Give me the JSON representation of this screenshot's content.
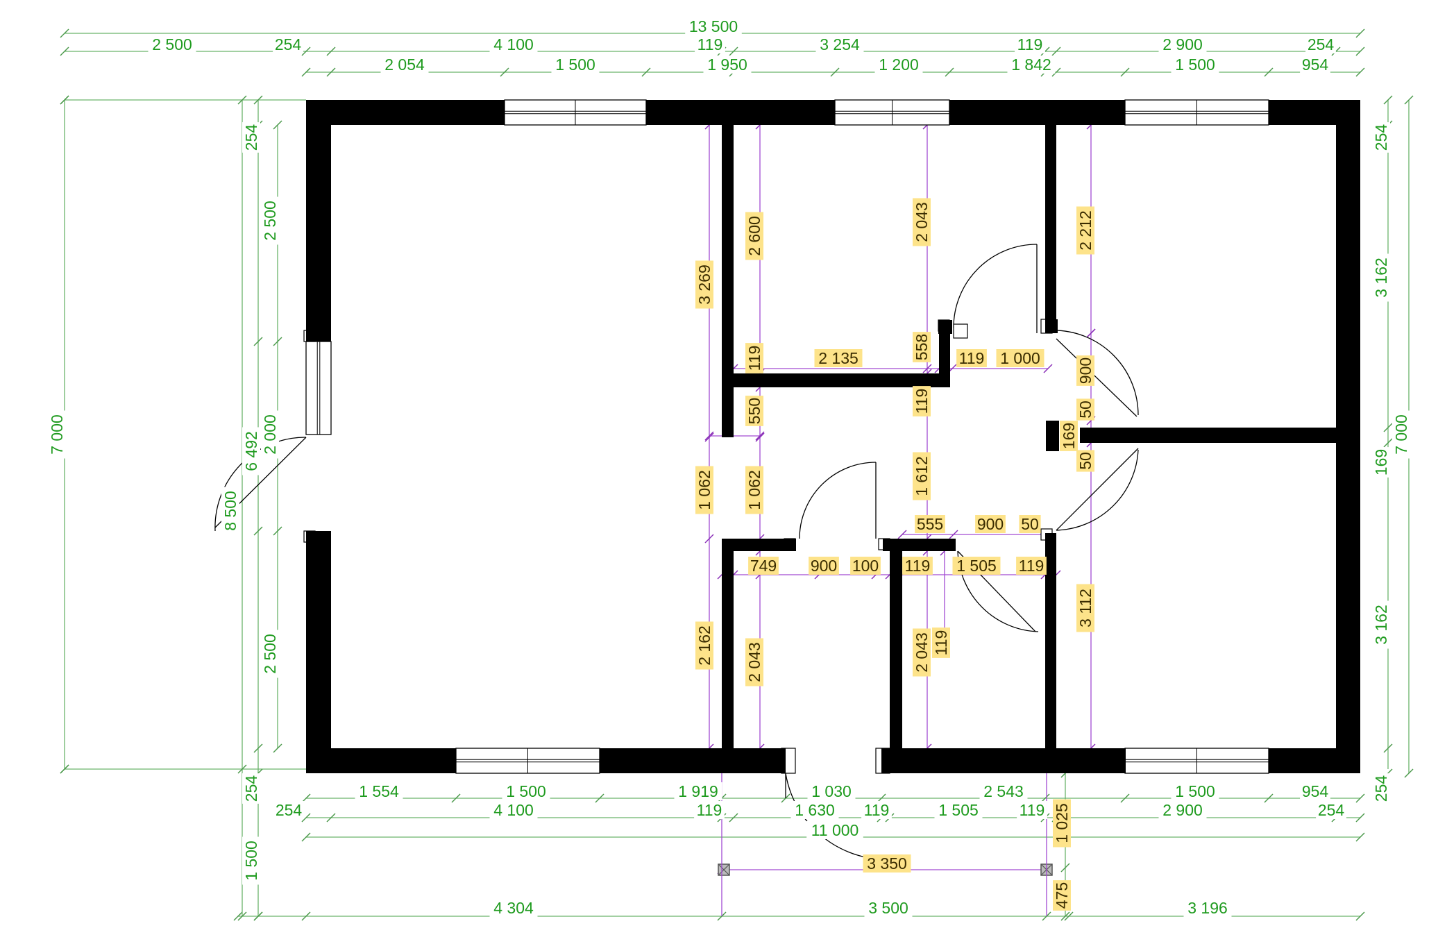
{
  "drawing": {
    "colors": {
      "wall": "#000000",
      "dimension_green": "#1f9b1f",
      "dimension_purple": "#8a2fb8",
      "label_highlight": "#fde38a"
    },
    "dims_green": [
      "13 500",
      "2 500",
      "254",
      "4 100",
      "119",
      "3 254",
      "119",
      "2 900",
      "254",
      "2 054",
      "1 500",
      "1 950",
      "1 200",
      "1 842",
      "1 500",
      "954",
      "1 554",
      "1 500",
      "1 919",
      "1 030",
      "2 543",
      "1 500",
      "954",
      "254",
      "4 100",
      "119",
      "1 630",
      "119",
      "1 505",
      "119",
      "2 900",
      "254",
      "11 000",
      "4 304",
      "3 500",
      "3 196",
      "7 000",
      "254",
      "2 500",
      "6 492",
      "2 000",
      "8 500",
      "2 500",
      "254",
      "1 500",
      "254",
      "3 162",
      "7 000",
      "169",
      "3 162",
      "254"
    ],
    "dims_interior": [
      "3 269",
      "2 600",
      "2 043",
      "2 212",
      "119",
      "2 135",
      "558",
      "119",
      "1 000",
      "900",
      "550",
      "119",
      "50",
      "169",
      "50",
      "1 062",
      "1 062",
      "1 612",
      "555",
      "900",
      "50",
      "749",
      "900",
      "100",
      "119",
      "1 505",
      "119",
      "2 162",
      "2 043",
      "2 043",
      "119",
      "3 112",
      "3 350",
      "1 025",
      "475"
    ]
  }
}
